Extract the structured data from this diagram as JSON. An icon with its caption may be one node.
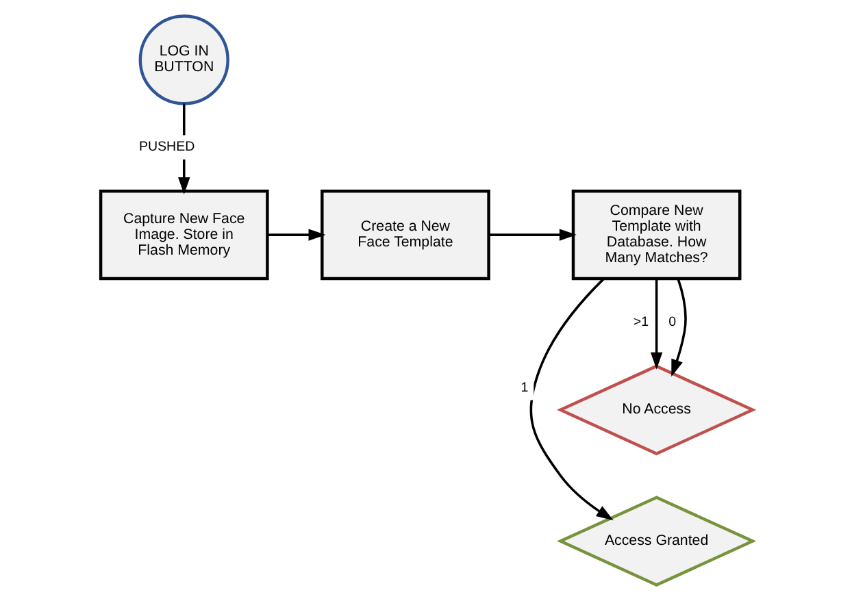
{
  "diagram": {
    "nodes": [
      {
        "text": [
          "LOG IN BUTTON"
        ]
      },
      {
        "text": [
          "Capture New Face Image. Store in Flash Memory"
        ]
      },
      {
        "text": [
          "Create a New Face Template"
        ]
      },
      {
        "text": [
          "Compare New Template with Database. How Many Matches?"
        ]
      },
      {
        "text": [
          "Access Granted"
        ]
      },
      {
        "text": [
          "No Access"
        ]
      }
    ],
    "edges": [
      {
        "from": 0,
        "to": 1,
        "arrow": "to",
        "label": "PUSHED"
      },
      {
        "from": 1,
        "to": 2,
        "arrow": "to"
      },
      {
        "from": 2,
        "to": 3,
        "arrow": "to"
      },
      {
        "from": 3,
        "to": 4,
        "arrow": "to",
        "label": "1"
      },
      {
        "from": 3,
        "to": 5,
        "arrow": "to",
        "label": "0"
      },
      {
        "from": 3,
        "to": 5,
        "arrow": "to",
        "label": ">1"
      }
    ]
  }
}
